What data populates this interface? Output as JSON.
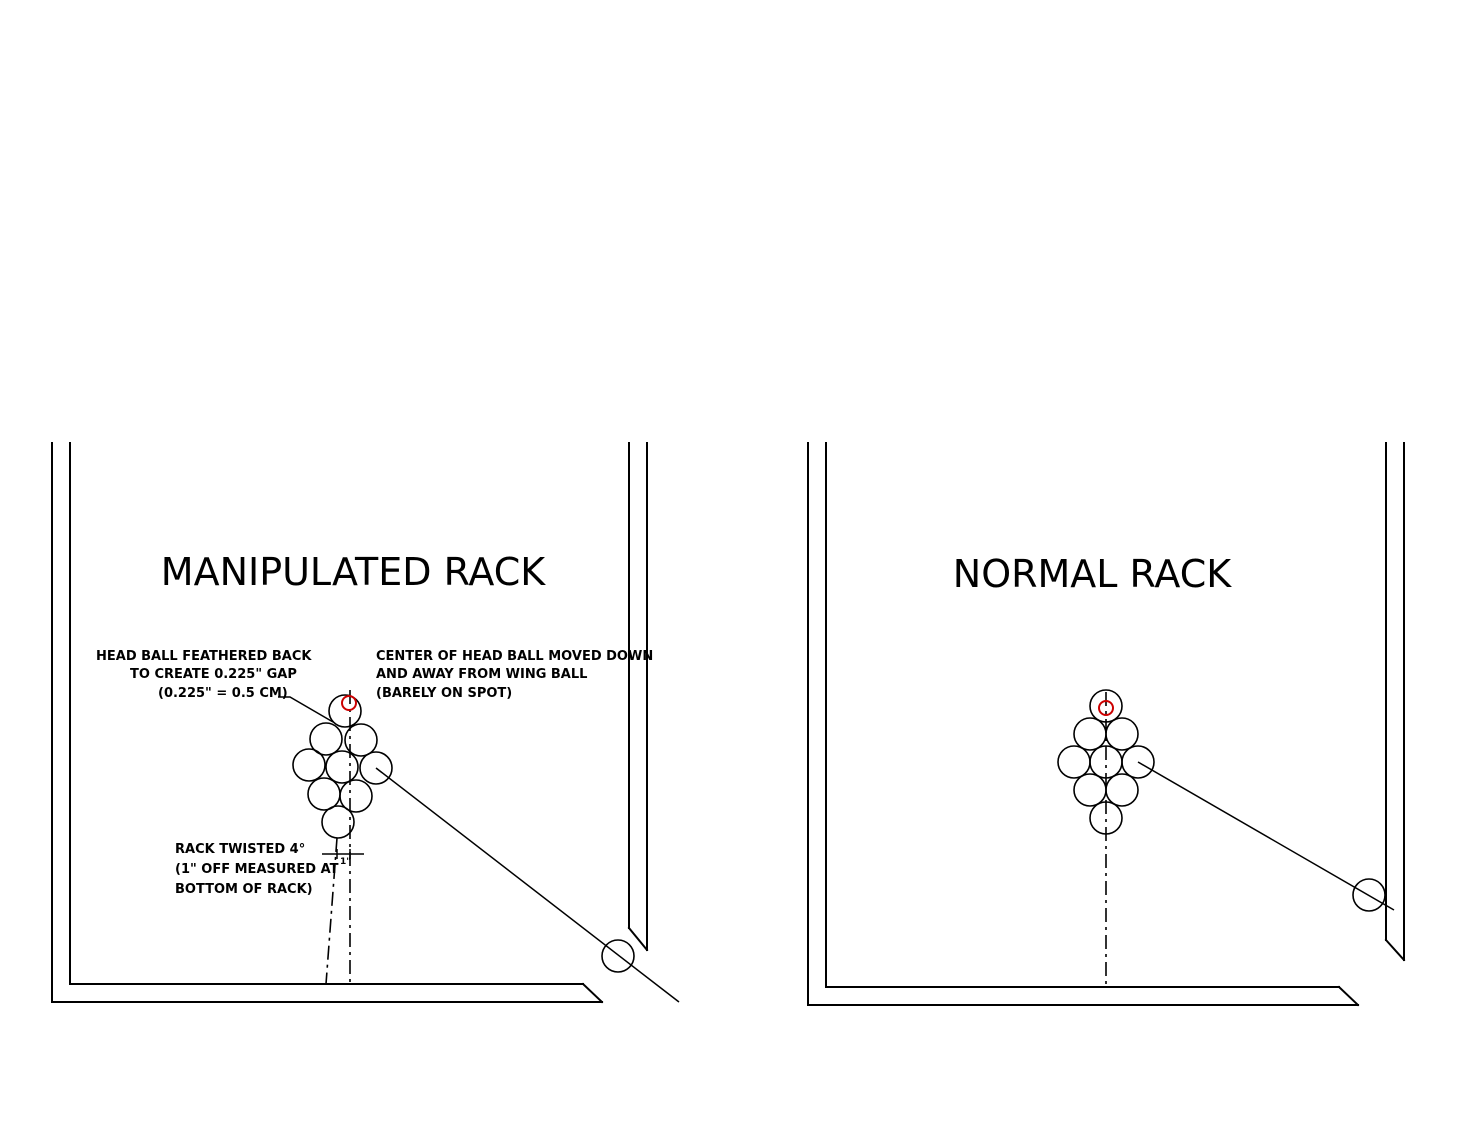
{
  "left": {
    "title": "MANIPULATED RACK",
    "note_head": [
      "HEAD BALL FEATHERED BACK",
      "TO CREATE 0.225\" GAP",
      "(0.225\" = 0.5 CM)"
    ],
    "note_center": [
      "CENTER OF HEAD BALL MOVED DOWN",
      "AND AWAY FROM WING BALL",
      "(BARELY ON SPOT)"
    ],
    "note_twist": [
      "RACK TWISTED 4°",
      "(1\" OFF MEASURED AT",
      "BOTTOM OF RACK)"
    ],
    "dim_label": "1\""
  },
  "right": {
    "title": "NORMAL RACK"
  },
  "colors": {
    "spot": "#cc0000",
    "line": "#000000"
  }
}
